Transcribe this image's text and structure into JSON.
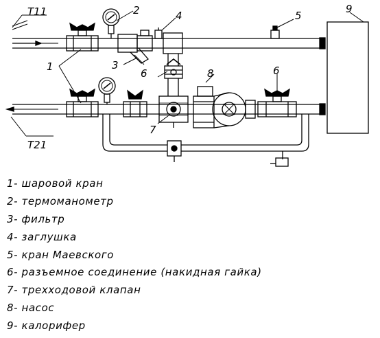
{
  "pipes": {
    "supply_label": "T11",
    "return_label": "T21"
  },
  "callouts": [
    "1",
    "2",
    "3",
    "4",
    "5",
    "6",
    "6",
    "7",
    "8",
    "9"
  ],
  "legend": [
    {
      "num": "1",
      "sep": "- ",
      "text": "шаровой кран"
    },
    {
      "num": "2",
      "sep": "- ",
      "text": "термоманометр"
    },
    {
      "num": "3",
      "sep": "- ",
      "text": "фильтр"
    },
    {
      "num": "4",
      "sep": "- ",
      "text": "заглушка"
    },
    {
      "num": "5",
      "sep": "- ",
      "text": "кран Маевского"
    },
    {
      "num": "6",
      "sep": "- ",
      "text": "разъемное соединение (накидная гайка)"
    },
    {
      "num": "7",
      "sep": "- ",
      "text": "трехходовой клапан"
    },
    {
      "num": "8",
      "sep": "- ",
      "text": "насос"
    },
    {
      "num": "9",
      "sep": "- ",
      "text": "калорифер"
    }
  ]
}
